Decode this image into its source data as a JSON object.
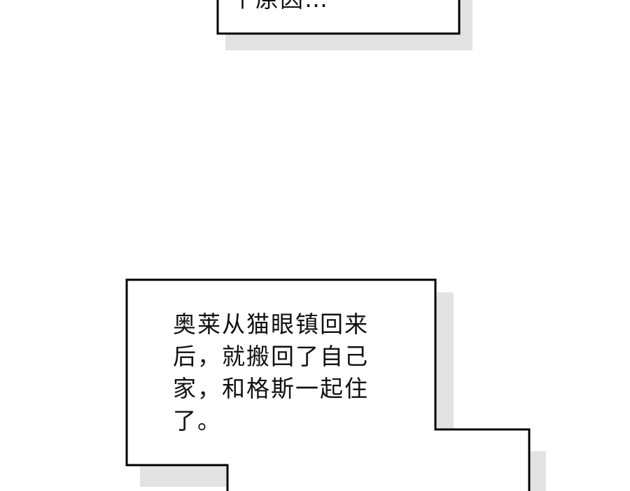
{
  "panels": [
    {
      "lines": [
        "个原因…"
      ]
    },
    {
      "lines": [
        "奥莱从猫眼镇回来",
        "后，就搬回了自己",
        "家，和格斯一起住",
        "了。"
      ]
    }
  ],
  "colors": {
    "border": "#000000",
    "shadow": "#e3e3e3",
    "background": "#ffffff"
  }
}
